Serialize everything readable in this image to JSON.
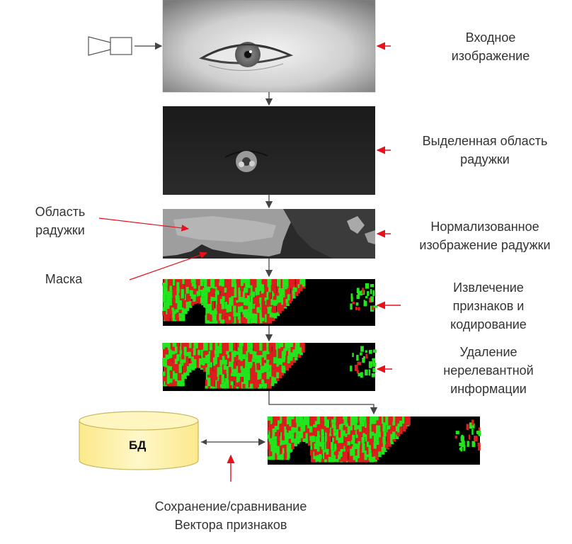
{
  "labels": {
    "input": [
      "Входное",
      "изображение"
    ],
    "iris_region_selected": [
      "Выделенная область",
      "радужки"
    ],
    "normalized": [
      "Нормализованное",
      "изображение радужки"
    ],
    "iris_area": [
      "Область",
      "радужки"
    ],
    "mask": "Маска",
    "feature_extraction": [
      "Извлечение",
      "признаков и",
      "кодирование"
    ],
    "irrelevant_removal": [
      "Удаление",
      "нерелевантной",
      "информации"
    ],
    "database": "БД",
    "store_compare": [
      "Сохранение/сравнивание",
      "Вектора признаков"
    ]
  },
  "colors": {
    "red_arrow": "#e8101a",
    "code_green": "#22e51d",
    "code_red": "#dd1e1e",
    "db_fill": "#fdf2b0",
    "db_stroke": "#c8b860",
    "connector": "#444444"
  },
  "icons": {
    "camera": "camera-icon"
  }
}
